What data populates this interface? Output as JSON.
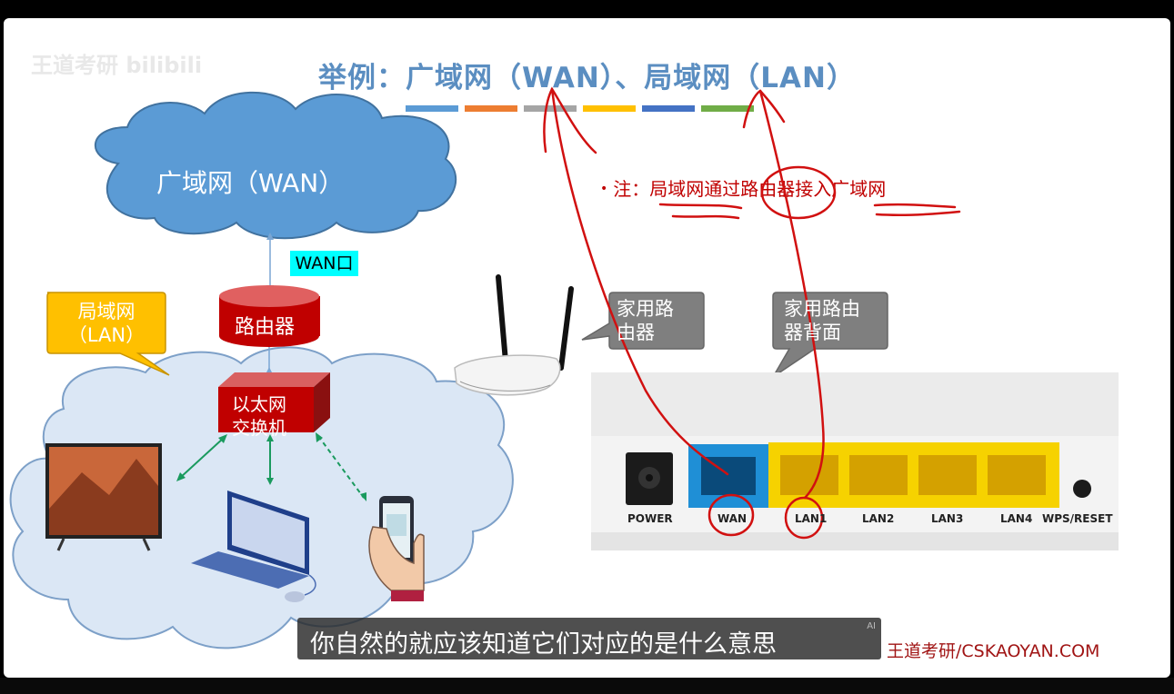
{
  "slide": {
    "watermark": "王道考研 bilibili",
    "title": "举例：广域网（WAN）、局域网（LAN）",
    "color_bars": [
      "#5b9bd5",
      "#ed7d31",
      "#a5a5a5",
      "#ffc000",
      "#4472c4",
      "#70ad47"
    ],
    "note_bullet": "•",
    "note": "注：局域网通过路由器接入广域网",
    "diagram": {
      "wan_cloud": "广域网（WAN）",
      "wan_port": "WAN口",
      "router": "路由器",
      "lan_callout_line1": "局域网",
      "lan_callout_line2": "（LAN）",
      "switch_line1": "以太网",
      "switch_line2": "交换机"
    },
    "home_router_callout_line1": "家用路",
    "home_router_callout_line2": "由器",
    "back_callout_line1": "家用路由",
    "back_callout_line2": "器背面",
    "ports": [
      "POWER",
      "WAN",
      "LAN1",
      "LAN2",
      "LAN3",
      "LAN4",
      "WPS/RESET"
    ]
  },
  "subtitle": {
    "text": "你自然的就应该知道它们对应的是什么意思",
    "badge": "AI"
  },
  "credit": "王道考研/CSKAOYAN.COM"
}
